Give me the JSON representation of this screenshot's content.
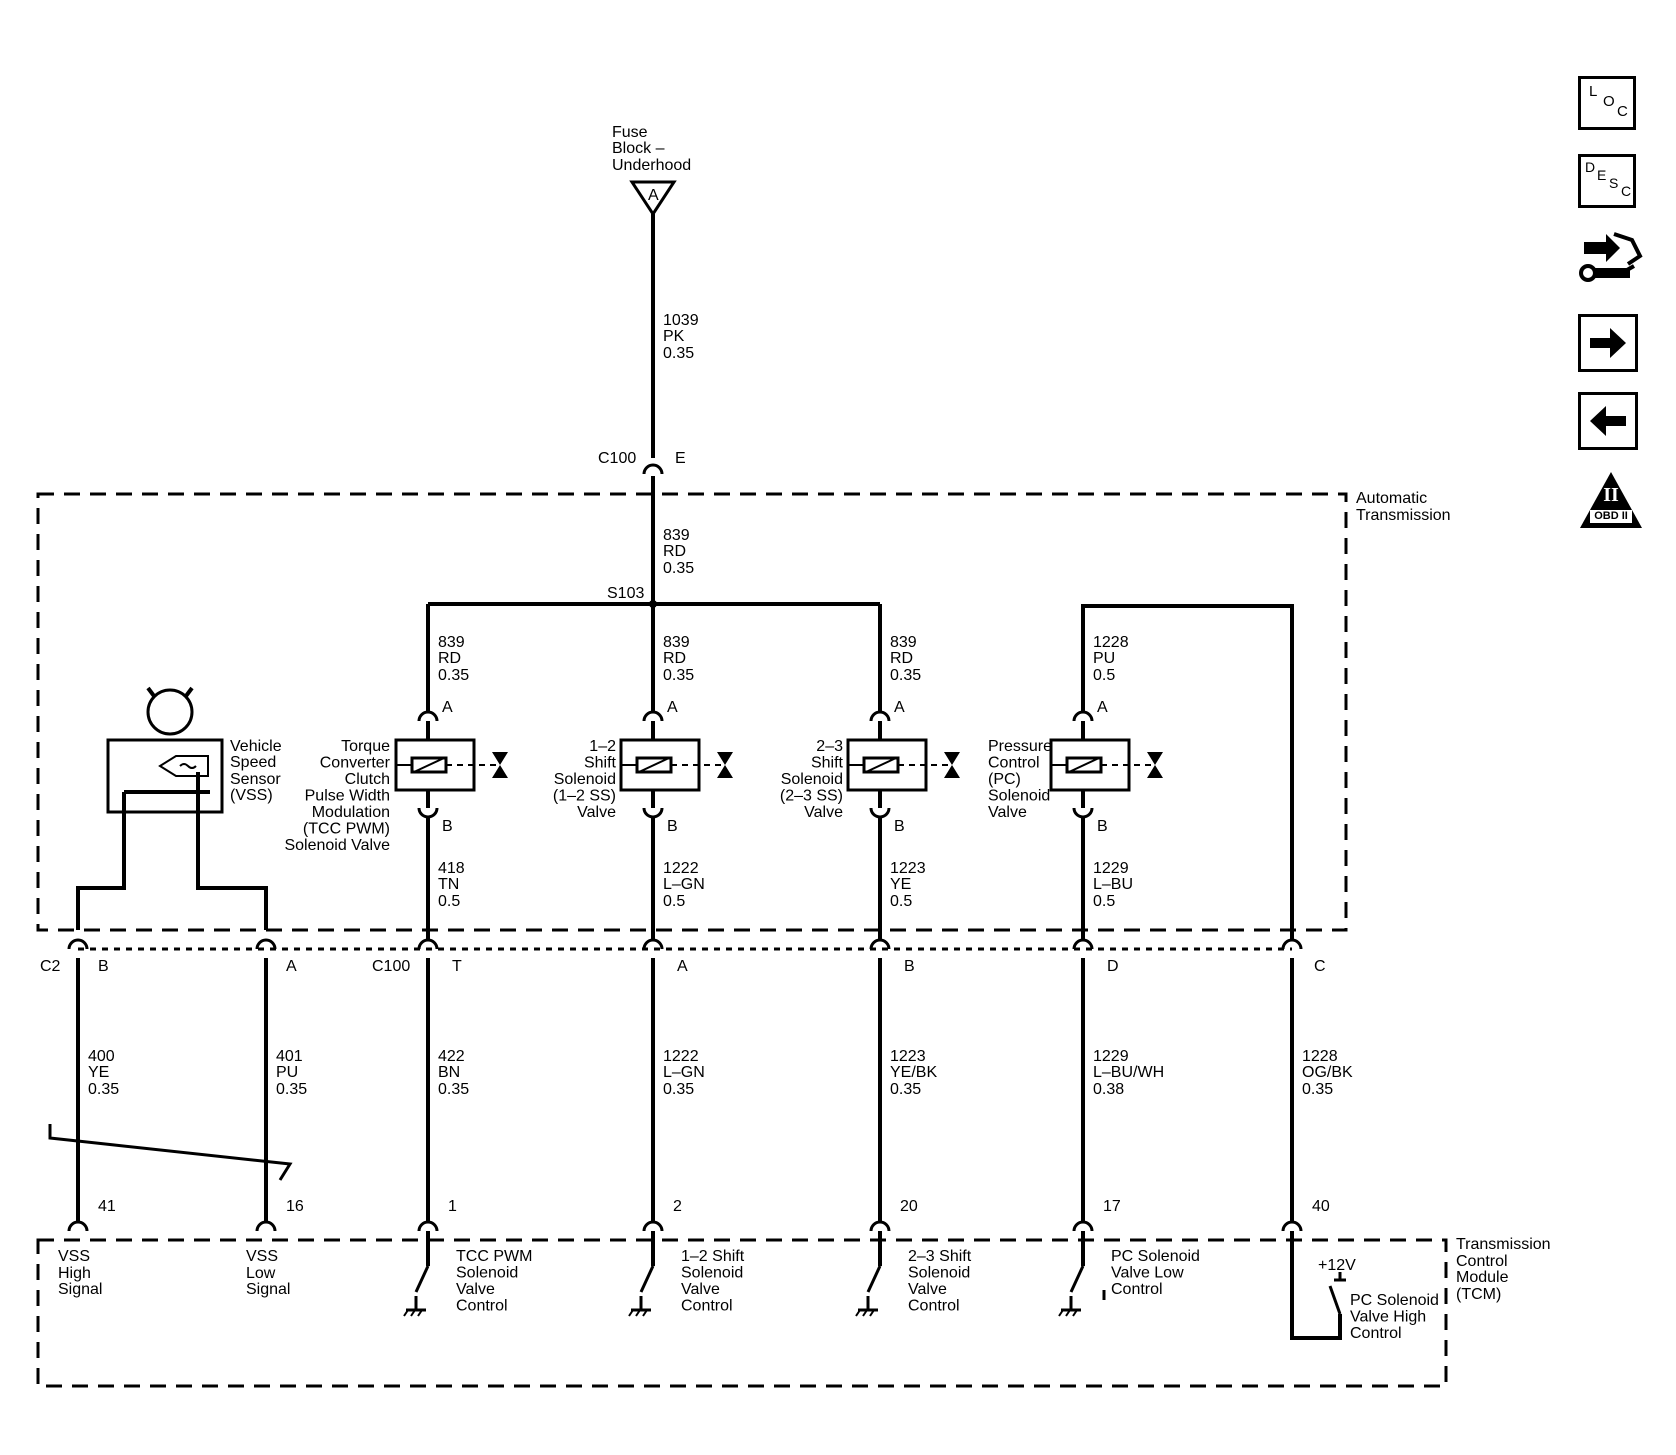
{
  "fuse": {
    "line1": "Fuse",
    "line2": "Block –",
    "line3": "Underhood",
    "terminal": "A"
  },
  "feed_wire": {
    "circuit": "1039",
    "color": "PK",
    "gauge": "0.35"
  },
  "c100_top": {
    "connector": "C100",
    "pin": "E"
  },
  "trans_wire": {
    "circuit": "839",
    "color": "RD",
    "gauge": "0.35"
  },
  "splice": "S103",
  "zones": {
    "auto_trans": {
      "line1": "Automatic",
      "line2": "Transmission"
    },
    "tcm": {
      "line1": "Transmission",
      "line2": "Control",
      "line3": "Module",
      "line4": "(TCM)"
    }
  },
  "vss": {
    "line1": "Vehicle",
    "line2": "Speed",
    "line3": "Sensor",
    "line4": "(VSS)",
    "connector": "C2",
    "pin_b": "B",
    "pin_a": "A",
    "wire_b": {
      "circuit": "400",
      "color": "YE",
      "gauge": "0.35"
    },
    "wire_a": {
      "circuit": "401",
      "color": "PU",
      "gauge": "0.35"
    },
    "tcm_pin_b": "41",
    "tcm_pin_a": "16",
    "tcm_b": {
      "line1": "VSS",
      "line2": "High",
      "line3": "Signal"
    },
    "tcm_a": {
      "line1": "VSS",
      "line2": "Low",
      "line3": "Signal"
    }
  },
  "c100_bottom": {
    "connector": "C100"
  },
  "solenoids": [
    {
      "label": [
        "Torque",
        "Converter",
        "Clutch",
        "Pulse Width",
        "Modulation",
        "(TCC PWM)",
        "Solenoid Valve"
      ],
      "top_wire": {
        "circuit": "839",
        "color": "RD",
        "gauge": "0.35"
      },
      "pin_top": "A",
      "pin_bottom": "B",
      "inner_wire": {
        "circuit": "418",
        "color": "TN",
        "gauge": "0.5"
      },
      "c100_pin": "T",
      "out_wire": {
        "circuit": "422",
        "color": "BN",
        "gauge": "0.35"
      },
      "tcm_pin": "1",
      "tcm_label": [
        "TCC PWM",
        "Solenoid",
        "Valve",
        "Control"
      ]
    },
    {
      "label": [
        "1–2",
        "Shift",
        "Solenoid",
        "(1–2 SS)",
        "Valve"
      ],
      "top_wire": {
        "circuit": "839",
        "color": "RD",
        "gauge": "0.35"
      },
      "pin_top": "A",
      "pin_bottom": "B",
      "inner_wire": {
        "circuit": "1222",
        "color": "L–GN",
        "gauge": "0.5"
      },
      "c100_pin": "A",
      "out_wire": {
        "circuit": "1222",
        "color": "L–GN",
        "gauge": "0.35"
      },
      "tcm_pin": "2",
      "tcm_label": [
        "1–2 Shift",
        "Solenoid",
        "Valve",
        "Control"
      ]
    },
    {
      "label": [
        "2–3",
        "Shift",
        "Solenoid",
        "(2–3 SS)",
        "Valve"
      ],
      "top_wire": {
        "circuit": "839",
        "color": "RD",
        "gauge": "0.35"
      },
      "pin_top": "A",
      "pin_bottom": "B",
      "inner_wire": {
        "circuit": "1223",
        "color": "YE",
        "gauge": "0.5"
      },
      "c100_pin": "B",
      "out_wire": {
        "circuit": "1223",
        "color": "YE/BK",
        "gauge": "0.35"
      },
      "tcm_pin": "20",
      "tcm_label": [
        "2–3 Shift",
        "Solenoid",
        "Valve",
        "Control"
      ]
    },
    {
      "label": [
        "Pressure",
        "Control",
        "(PC)",
        "Solenoid",
        "Valve"
      ],
      "top_wire": {
        "circuit": "1228",
        "color": "PU",
        "gauge": "0.5"
      },
      "pin_top": "A",
      "pin_bottom": "B",
      "inner_wire": {
        "circuit": "1229",
        "color": "L–BU",
        "gauge": "0.5"
      },
      "c100_pin": "D",
      "out_wire": {
        "circuit": "1229",
        "color": "L–BU/WH",
        "gauge": "0.38"
      },
      "tcm_pin": "17",
      "tcm_label": [
        "PC Solenoid",
        "Valve Low",
        "Control"
      ]
    }
  ],
  "pc_high": {
    "c100_pin": "C",
    "out_wire": {
      "circuit": "1228",
      "color": "OG/BK",
      "gauge": "0.35"
    },
    "tcm_pin": "40",
    "supply": "+12V",
    "tcm_label": [
      "PC Solenoid",
      "Valve High",
      "Control"
    ]
  },
  "side_icons": [
    {
      "name": "loc-icon",
      "letters": [
        "L",
        "O",
        "C"
      ]
    },
    {
      "name": "desc-icon",
      "letters": [
        "D",
        "E",
        "S",
        "C"
      ]
    },
    {
      "name": "schematic-navigation-icon"
    },
    {
      "name": "next-arrow-icon"
    },
    {
      "name": "previous-arrow-icon"
    },
    {
      "name": "obd-ii-icon",
      "roman": "II",
      "label": "OBD II"
    }
  ]
}
